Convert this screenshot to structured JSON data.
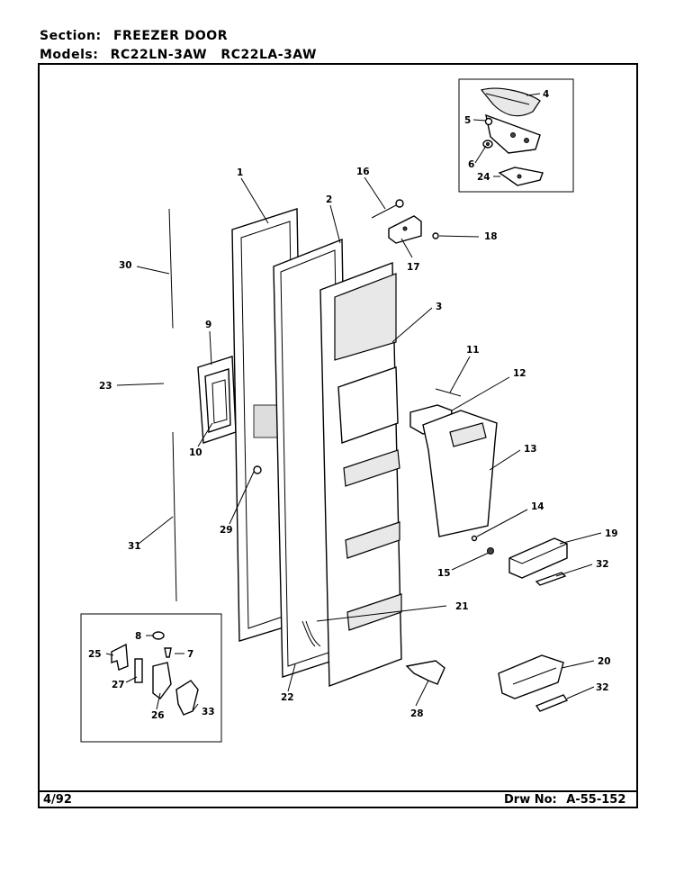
{
  "header": {
    "section_label": "Section:",
    "section_value": "FREEZER DOOR",
    "models_label": "Models:",
    "models": [
      "RC22LN-3AW",
      "RC22LA-3AW"
    ]
  },
  "footer": {
    "date": "4/92",
    "drawing_label": "Drw No:",
    "drawing_number": "A-55-152"
  },
  "callouts": [
    "1",
    "2",
    "3",
    "4",
    "5",
    "6",
    "7",
    "8",
    "9",
    "10",
    "11",
    "12",
    "13",
    "14",
    "15",
    "16",
    "17",
    "18",
    "19",
    "20",
    "21",
    "22",
    "23",
    "24",
    "25",
    "26",
    "27",
    "28",
    "29",
    "30",
    "31",
    "32",
    "33"
  ],
  "labels": {
    "c1": "1",
    "c2": "2",
    "c3": "3",
    "c4": "4",
    "c5": "5",
    "c6": "6",
    "c7": "7",
    "c8": "8",
    "c9": "9",
    "c10": "10",
    "c11": "11",
    "c12": "12",
    "c13": "13",
    "c14": "14",
    "c15": "15",
    "c16": "16",
    "c17": "17",
    "c18": "18",
    "c19": "19",
    "c20": "20",
    "c21": "21",
    "c22": "22",
    "c23": "23",
    "c24": "24",
    "c25": "25",
    "c26": "26",
    "c27": "27",
    "c28": "28",
    "c29": "29",
    "c30": "30",
    "c31": "31",
    "c32a": "32",
    "c32b": "32",
    "c33": "33"
  }
}
